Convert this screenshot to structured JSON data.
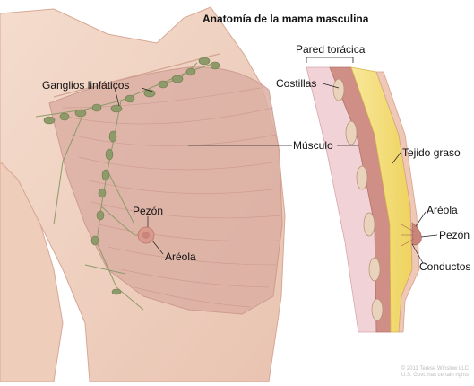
{
  "title": "Anatomía de la mama masculina",
  "labels": {
    "ganglios": "Ganglios linfáticos",
    "pezon_left": "Pezón",
    "areola_left": "Aréola",
    "musculo": "Músculo",
    "pared": "Pared torácica",
    "costillas": "Costillas",
    "tejido": "Tejido graso",
    "areola_right": "Aréola",
    "pezon_right": "Pezón",
    "conductos": "Conductos"
  },
  "copyright": {
    "line1": "© 2011 Terese Winslow LLC",
    "line2": "U.S. Govt. has certain rights"
  },
  "colors": {
    "skin": "#f2d6c6",
    "skin_dark": "#e7bfae",
    "muscle": "#dcb0a4",
    "muscle_fiber": "#c99388",
    "lymph": "#8e9a6a",
    "lymph_dark": "#6d7a4c",
    "fat": "#f4df7a",
    "rib": "#e8c8b2",
    "areola": "#c9857a"
  }
}
